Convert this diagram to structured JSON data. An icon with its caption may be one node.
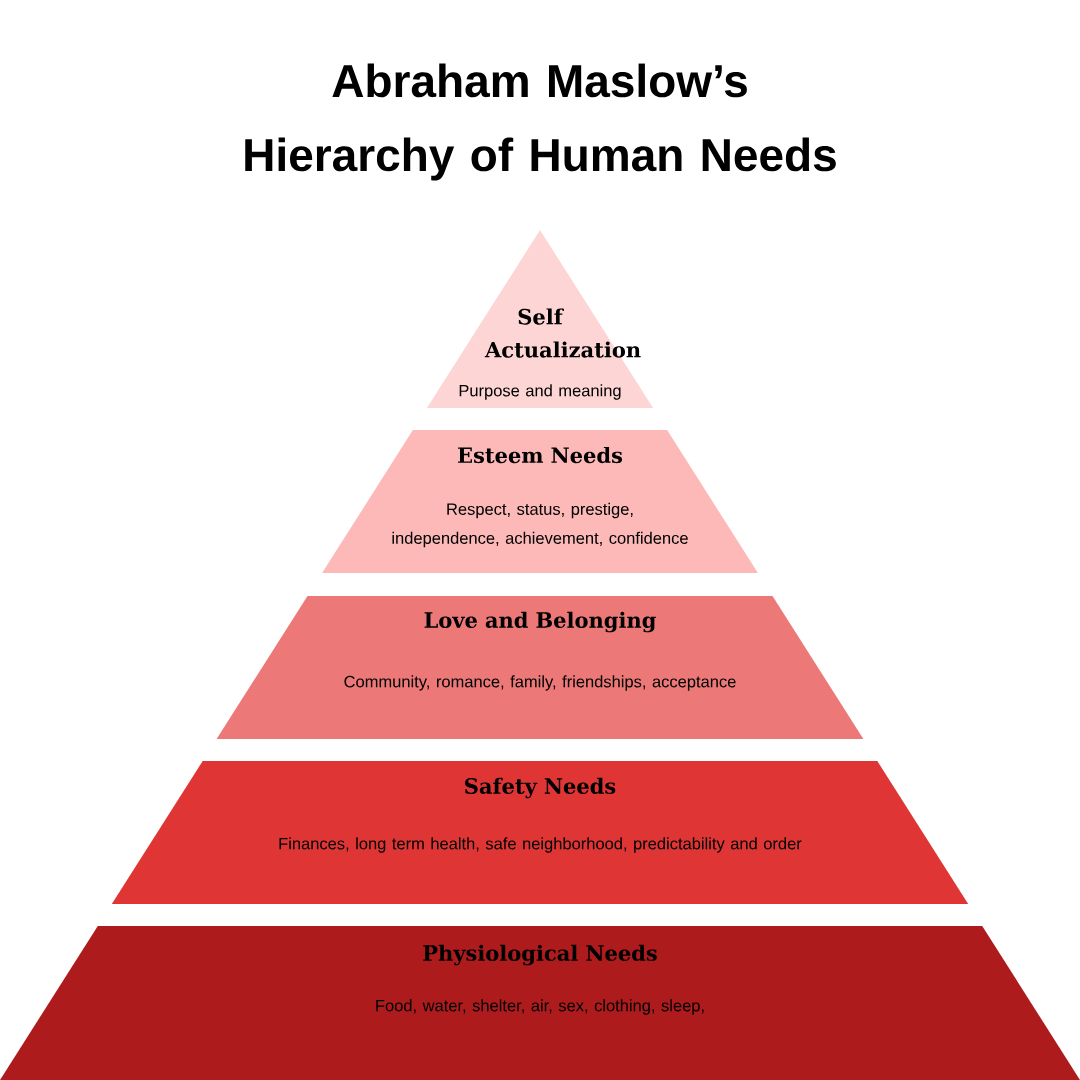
{
  "diagram": {
    "title": "Abraham Maslow’s Hierarchy of Human Needs",
    "nodes": [
      {
        "text": [
          "Self Actualization",
          "Purpose and meaning"
        ]
      },
      {
        "text": [
          "Esteem Needs",
          "Respect, status, prestige, independence, achievement, confidence"
        ]
      },
      {
        "text": [
          "Love and Belonging",
          "Community, romance, family, friendships, acceptance"
        ]
      },
      {
        "text": [
          "Safety Needs",
          "Finances, long term health, safe neighborhood, predictability and order"
        ]
      },
      {
        "text": [
          "Physiological Needs",
          "Food, water, shelter, air, sex, clothing, sleep,"
        ]
      }
    ]
  }
}
